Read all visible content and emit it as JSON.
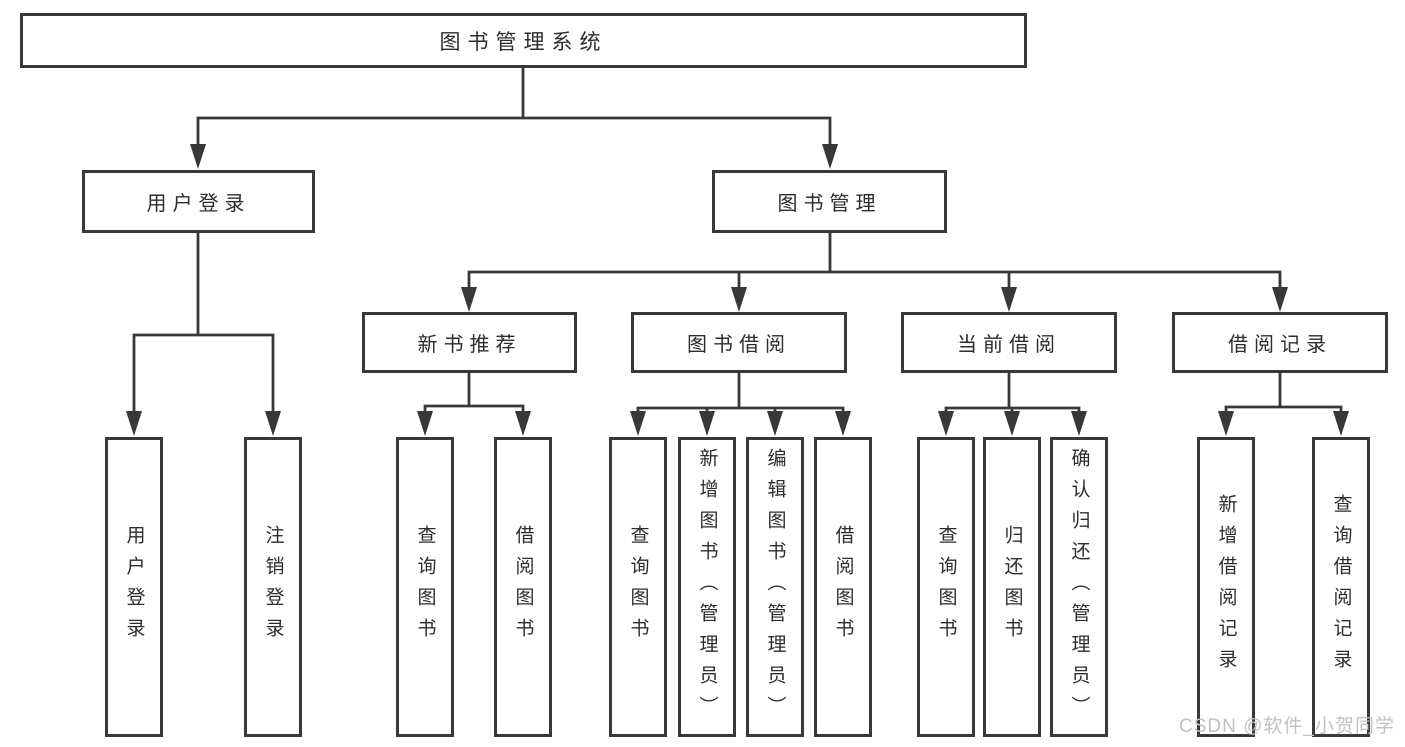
{
  "diagram": {
    "title": "图书管理系统",
    "level2": {
      "user_login": "用户登录",
      "book_mgmt": "图书管理"
    },
    "level3": {
      "new_books": "新书推荐",
      "book_borrow": "图书借阅",
      "current_borrow": "当前借阅",
      "borrow_records": "借阅记录"
    },
    "leaves": {
      "user_login": [
        "用户登录",
        "注销登录"
      ],
      "new_books": [
        "查询图书",
        "借阅图书"
      ],
      "book_borrow": [
        "查询图书",
        "新增图书（管理员）",
        "编辑图书（管理员）",
        "借阅图书"
      ],
      "current_borrow": [
        "查询图书",
        "归还图书",
        "确认归还（管理员）"
      ],
      "borrow_records": [
        "新增借阅记录",
        "查询借阅记录"
      ]
    }
  },
  "watermark": "CSDN @软件_小贺同学",
  "colors": {
    "line": "#383838",
    "text": "#2d2d2d",
    "box_background": "#ffffff",
    "watermark": "#c2c2c2"
  }
}
